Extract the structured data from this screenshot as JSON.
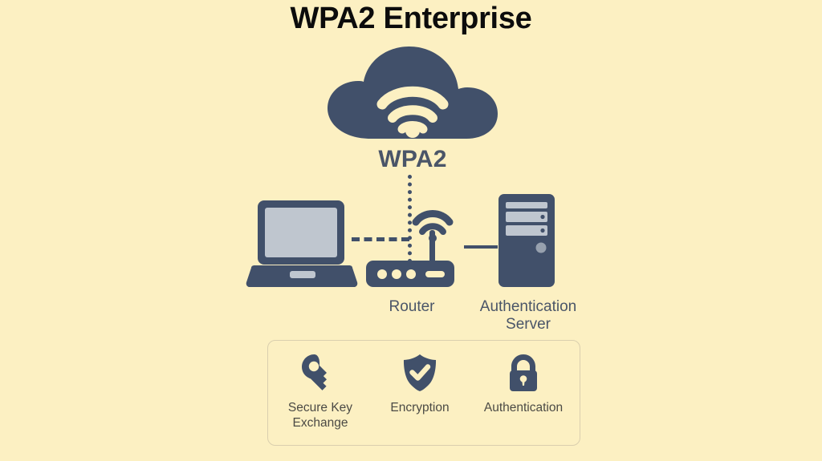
{
  "page": {
    "title": "WPA2 Enterprise",
    "background_color": "#FCF0C2",
    "accent_dark": "#41506A",
    "accent_light": "#BFC6CF",
    "title_color": "#0C0C0C",
    "label_color": "#4A5568"
  },
  "diagram": {
    "cloud": {
      "icon": "cloud-wifi-icon",
      "label": "WPA2"
    },
    "nodes": [
      {
        "id": "laptop",
        "icon": "laptop-icon",
        "label": ""
      },
      {
        "id": "router",
        "icon": "router-icon",
        "label": "Router"
      },
      {
        "id": "server",
        "icon": "server-tower-icon",
        "label": "Authentication\nServer"
      }
    ],
    "connections": [
      {
        "from": "cloud",
        "to": "router",
        "style": "dotted",
        "orientation": "vertical"
      },
      {
        "from": "laptop",
        "to": "router",
        "style": "dashed",
        "orientation": "horizontal"
      },
      {
        "from": "router",
        "to": "server",
        "style": "solid",
        "orientation": "horizontal"
      }
    ]
  },
  "features": {
    "border_color": "#DACFAE",
    "items": [
      {
        "icon": "key-icon",
        "label": "Secure Key\nExchange"
      },
      {
        "icon": "shield-check-icon",
        "label": "Encryption"
      },
      {
        "icon": "padlock-icon",
        "label": "Authentication"
      }
    ]
  }
}
